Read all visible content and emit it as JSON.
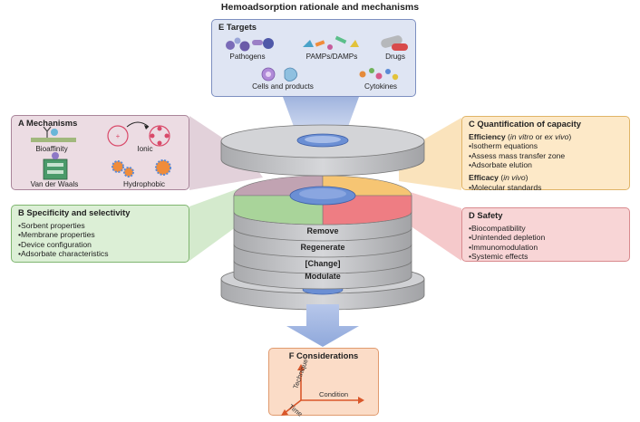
{
  "title": "Hemoadsorption rationale and mechanisms",
  "targets": {
    "header": "E  Targets",
    "items": [
      "Pathogens",
      "PAMPs/DAMPs",
      "Drugs",
      "Cells and products",
      "Cytokines"
    ]
  },
  "mechanisms": {
    "header": "A  Mechanisms",
    "items": [
      "Bioaffinity",
      "Ionic",
      "Van der Waals",
      "Hydrophobic"
    ]
  },
  "specificity": {
    "header": "B  Specificity and selectivity",
    "items": [
      "Sorbent properties",
      "Membrane properties",
      "Device configuration",
      "Adsorbate characteristics"
    ]
  },
  "quantification": {
    "header": "C  Quantification of capacity",
    "efficiency_label": "Efficiency",
    "efficiency_open": "(",
    "efficiency_italic1": "in vitro",
    "efficiency_or": " or ",
    "efficiency_italic2": "ex vivo",
    "efficiency_close": ")",
    "efficiency_items": [
      "Isotherm equations",
      "Assess mass transfer zone",
      "Adsorbate elution"
    ],
    "efficacy_label": "Efficacy",
    "efficacy_open": "(",
    "efficacy_italic": "in vivo",
    "efficacy_close": ")",
    "efficacy_items": [
      "Molecular standards"
    ]
  },
  "safety": {
    "header": "D  Safety",
    "items": [
      "Biocompatibility",
      "Unintended depletion",
      "Immunomodulation",
      "Systemic effects"
    ]
  },
  "stack": {
    "labels": [
      "Remove",
      "Regenerate",
      "[Change]",
      "Modulate"
    ]
  },
  "considerations": {
    "header": "F  Considerations",
    "axes": [
      "Technique",
      "Condition",
      "Time"
    ]
  },
  "colors": {
    "targets": "#dfe5f3",
    "mechanisms": "#ecdce3",
    "specificity": "#dcefd6",
    "quantification": "#fde9c8",
    "safety": "#f8d5d6",
    "considerations": "#fbdcc7",
    "disc": "#c9cacd",
    "core": "#6b8fd4"
  }
}
